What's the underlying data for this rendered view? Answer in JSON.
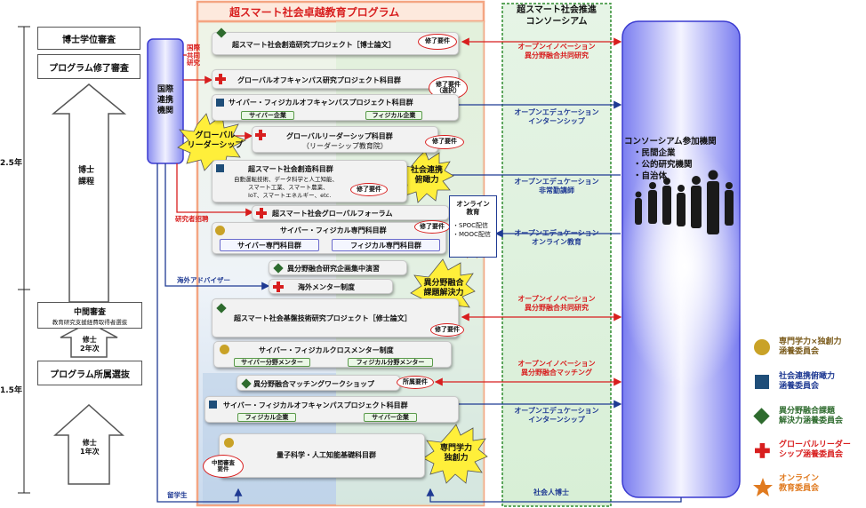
{
  "timeline": {
    "years_upper": "2.5年",
    "years_lower": "1.5年",
    "doctoral_exam": "博士学位審査",
    "program_completion_exam": "プログラム修了審査",
    "doctoral_course_arrow": "博士\n課程",
    "midterm_exam_title": "中間審査",
    "midterm_exam_sub": "教育研究支援経費取得者選抜",
    "master_year2_arrow": "修士\n2年次",
    "program_selection": "プログラム所属選抜",
    "master_year1_arrow": "修士\n1年次"
  },
  "intl_box": {
    "title": "国際\n連携\n機関",
    "joint_research": "国際\n共同\n研究",
    "researcher_invite": "研究者招聘",
    "overseas_advisor": "海外アドバイザー",
    "study_abroad": "留学生"
  },
  "program": {
    "title": "超スマート社会卓越教育プログラム",
    "items": {
      "i1": "超スマート社会創造研究プロジェクト［博士論文］",
      "i2": "グローバルオフキャンパス研究プロジェクト科目群",
      "i3": "サイバー・フィジカルオフキャンパスプロジェクト科目群",
      "i3_tag1": "サイバー企業",
      "i3_tag2": "フィジカル企業",
      "i4_line1": "グローバルリーダーシップ科目群",
      "i4_line2": "（リーダーシップ教育院）",
      "i5_title": "超スマート社会創造科目群",
      "i5_l1": "自動運転技術、データ科学と人工知能、",
      "i5_l2": "スマート工業、スマート農業、",
      "i5_l3": "IoT、スマートエネルギー、etc.",
      "i6": "超スマート社会グローバルフォーラム",
      "i7": "サイバー・フィジカル専門科目群",
      "i7_tag1": "サイバー専門科目群",
      "i7_tag2": "フィジカル専門科目群",
      "i8": "異分野融合研究企画集中演習",
      "i9": "海外メンター制度",
      "i10": "超スマート社会基盤技術研究プロジェクト［修士論文］",
      "i11": "サイバー・フィジカルクロスメンター制度",
      "i11_tag1": "サイバー分野メンター",
      "i11_tag2": "フィジカル分野メンター",
      "i12": "異分野融合マッチングワークショップ",
      "i13": "サイバー・フィジカルオフキャンパスプロジェクト科目群",
      "i13_tag1": "フィジカル企業",
      "i13_tag2": "サイバー企業",
      "i14": "量子科学・人工知能基礎科目群"
    },
    "req": "修了要件",
    "req_select": "修了要件\n（選択）",
    "enroll_req": "所属要件",
    "midterm_req": "中間審査\n要件",
    "online": {
      "title": "オンライン\n教育",
      "l1": "・SPOC配信",
      "l2": "・MOOC配信"
    }
  },
  "bursts": {
    "global_leadership": "グローバル\nリーダーシップ",
    "social_ability": "社会連携\n俯瞰力",
    "interdisciplinary": "異分野融合\n課題解決力",
    "expertise": "専門学力\n独創力"
  },
  "consortium": {
    "header": "超スマート社会推進\nコンソーシアム",
    "links": [
      {
        "text": "オープンイノベーション\n異分野融合共同研究",
        "color": "#d81e1e"
      },
      {
        "text": "オープンエデュケーション\nインターンシップ",
        "color": "#1f3a93"
      },
      {
        "text": "オープンエデュケーション\n非常勤講師",
        "color": "#1f3a93"
      },
      {
        "text": "オープンエデュケーション\nオンライン教育",
        "color": "#1f3a93"
      },
      {
        "text": "オープンイノベーション\n異分野融合共同研究",
        "color": "#d81e1e"
      },
      {
        "text": "オープンイノベーション\n異分野融合マッチング",
        "color": "#d81e1e"
      },
      {
        "text": "オープンエデュケーション\nインターンシップ",
        "color": "#1f3a93"
      }
    ],
    "working_phd": "社会人博士",
    "members_title": "コンソーシアム参加機関",
    "members": [
      "・民間企業",
      "・公的研究機関",
      "・自治体"
    ]
  },
  "legend": [
    {
      "icon": "circle",
      "label": "専門学力×独創力\n涵養委員会",
      "color": "#7a5a1a"
    },
    {
      "icon": "square",
      "label": "社会連携俯瞰力\n涵養委員会",
      "color": "#1f3a93"
    },
    {
      "icon": "diamond",
      "label": "異分野融合課題\n解決力涵養委員会",
      "color": "#2e6b2e"
    },
    {
      "icon": "cross",
      "label": "グローバルリーダー\nシップ涵養委員会",
      "color": "#d81e1e"
    },
    {
      "icon": "star",
      "label": "オンライン\n教育委員会",
      "color": "#e07a1f"
    }
  ]
}
